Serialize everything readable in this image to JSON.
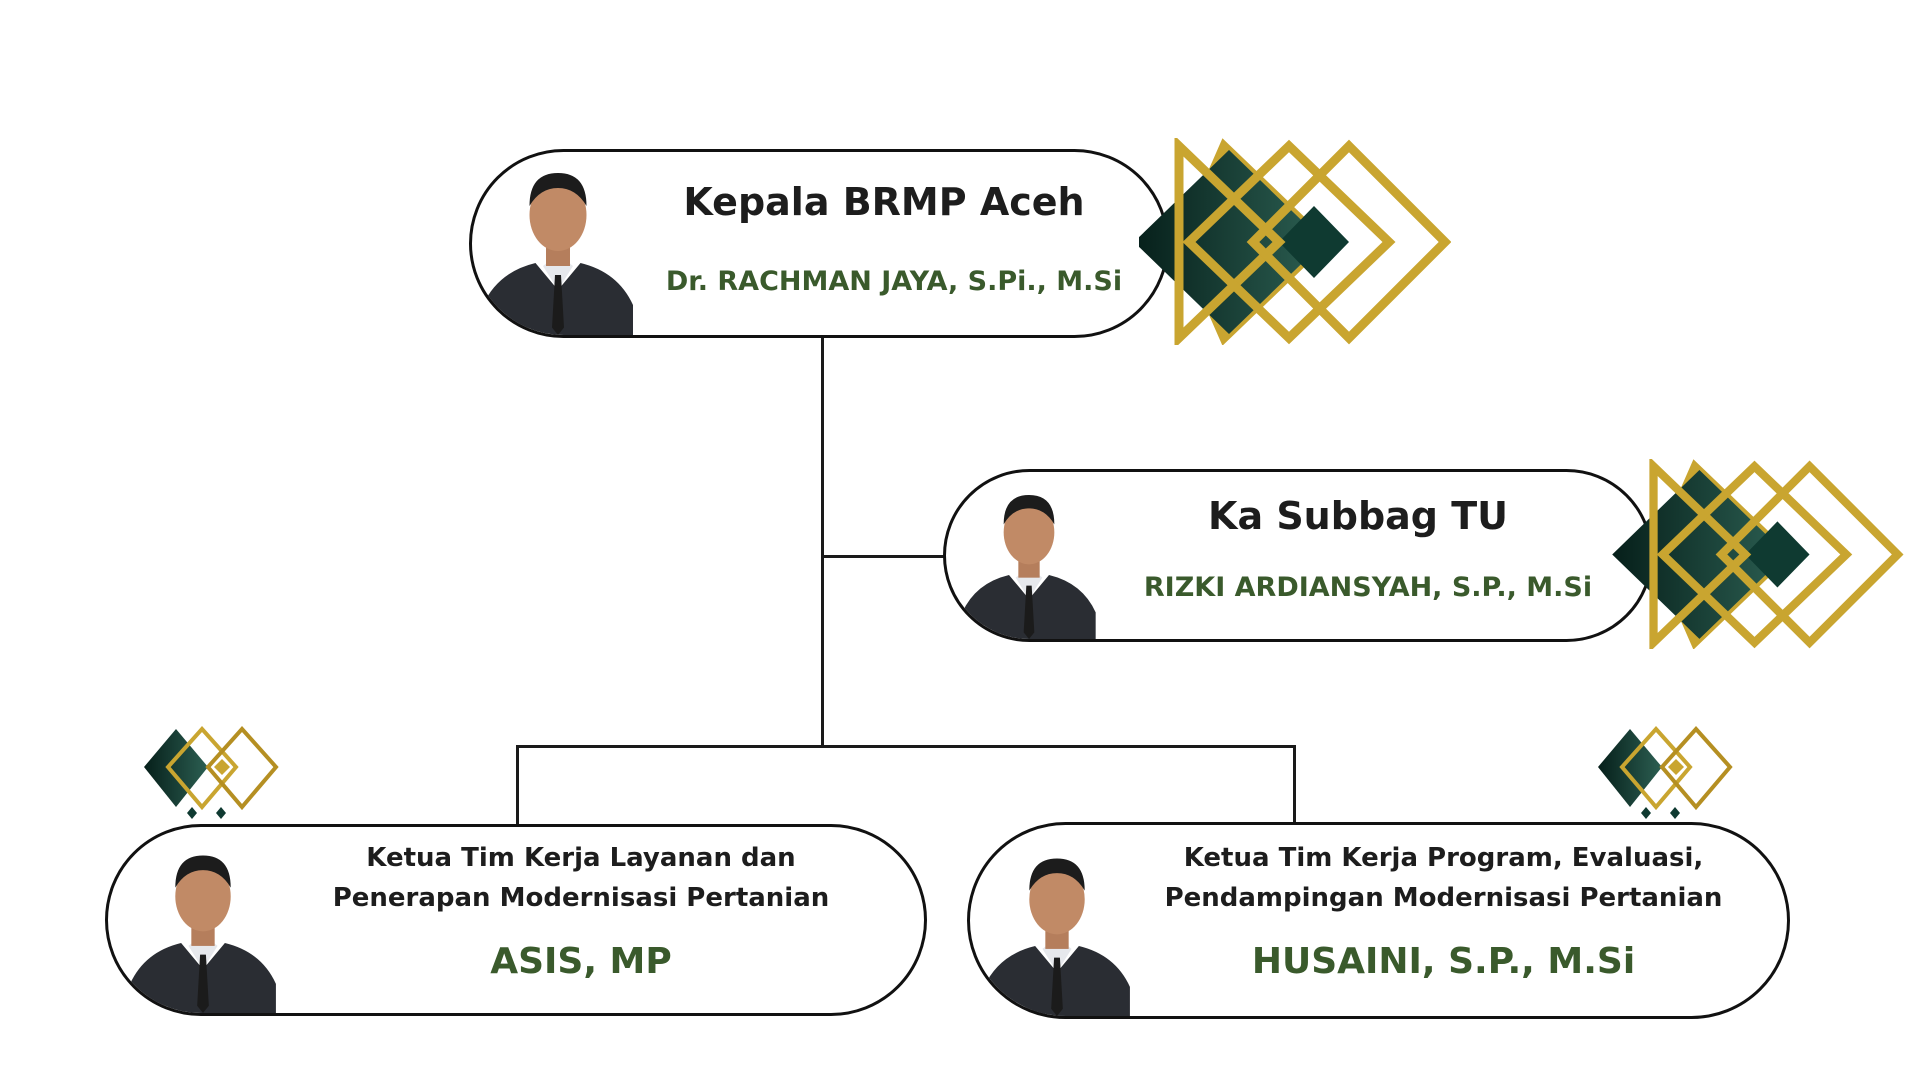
{
  "colors": {
    "name_green": "#3a5a2c",
    "dark_teal": "#0f3a31",
    "gold": "#c9a530",
    "line": "#1a1a1a"
  },
  "head": {
    "title": "Kepala BRMP Aceh",
    "name": "Dr. RACHMAN JAYA, S.Pi., M.Si"
  },
  "subbag": {
    "title": "Ka Subbag TU",
    "name": "RIZKI ARDIANSYAH, S.P., M.Si"
  },
  "team1": {
    "title_line1": "Ketua Tim Kerja Layanan dan",
    "title_line2": "Penerapan Modernisasi Pertanian",
    "name": "ASIS, MP"
  },
  "team2": {
    "title_line1": "Ketua Tim Kerja Program, Evaluasi,",
    "title_line2": "Pendampingan Modernisasi Pertanian",
    "name": "HUSAINI, S.P., M.Si"
  }
}
